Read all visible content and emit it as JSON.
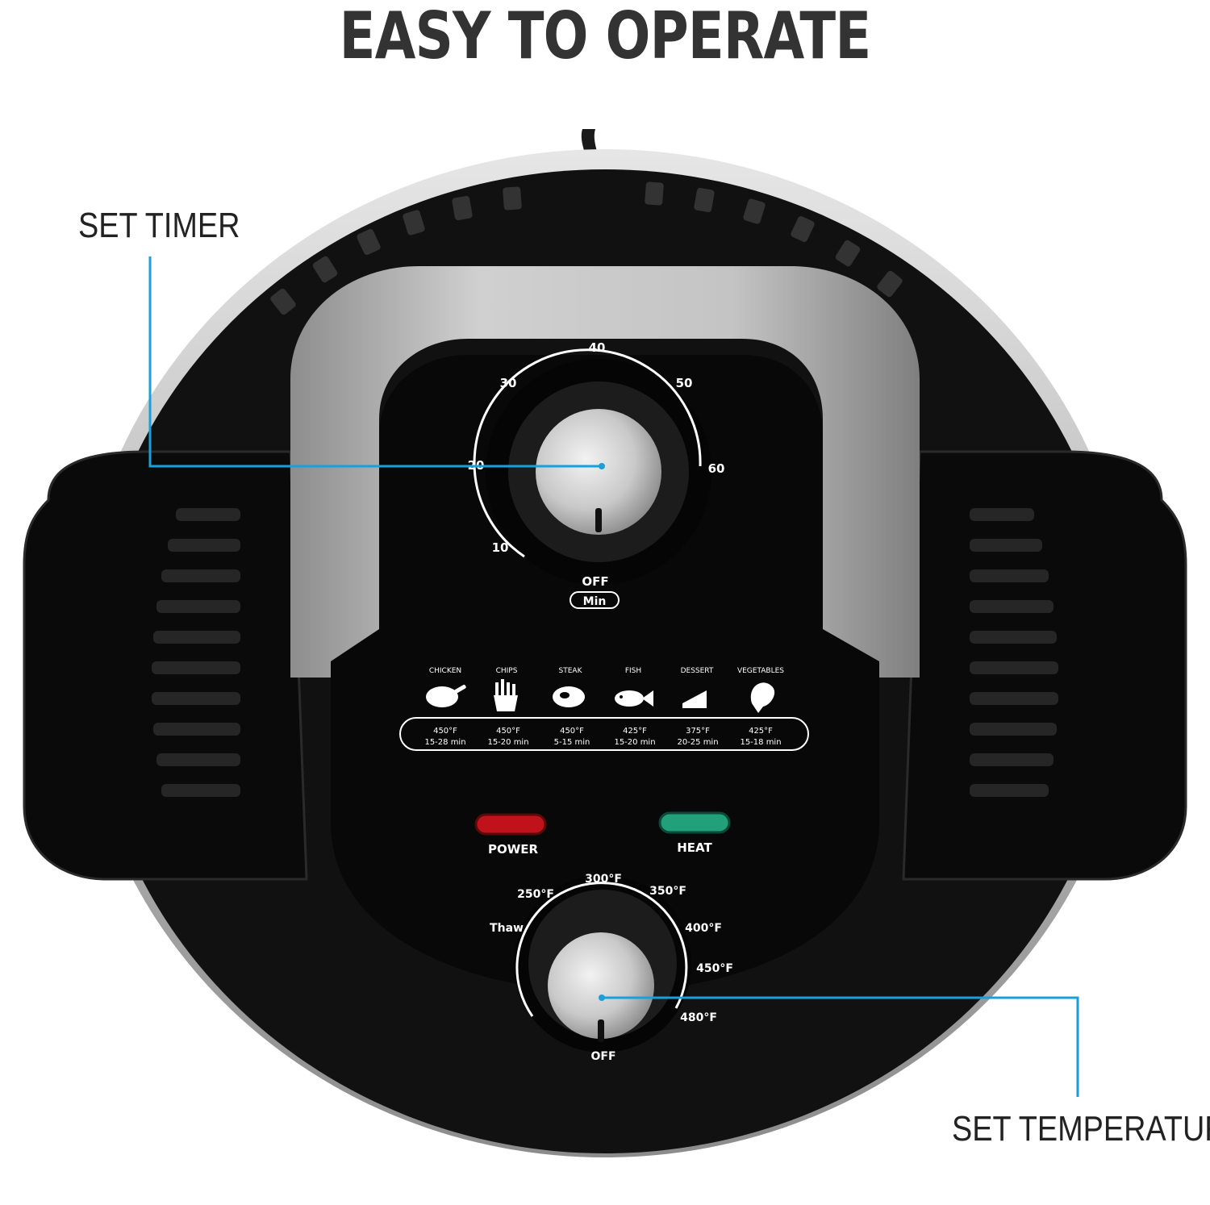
{
  "heading": "EASY TO OPERATE",
  "callouts": {
    "timer": "SET TIMER",
    "temperature": "SET TEMPERATURE"
  },
  "timer_dial": {
    "ticks": [
      "10",
      "20",
      "30",
      "40",
      "50",
      "60"
    ],
    "off": "OFF",
    "unit": "Min"
  },
  "presets": [
    {
      "name": "CHICKEN",
      "temp": "450°F",
      "time": "15-28 min"
    },
    {
      "name": "CHIPS",
      "temp": "450°F",
      "time": "15-20 min"
    },
    {
      "name": "STEAK",
      "temp": "450°F",
      "time": "5-15 min"
    },
    {
      "name": "FISH",
      "temp": "425°F",
      "time": "15-20 min"
    },
    {
      "name": "DESSERT",
      "temp": "375°F",
      "time": "20-25 min"
    },
    {
      "name": "VEGETABLES",
      "temp": "425°F",
      "time": "15-18 min"
    }
  ],
  "indicators": {
    "power": "POWER",
    "heat": "HEAT"
  },
  "temp_dial": {
    "labels": [
      "Thaw",
      "250°F",
      "300°F",
      "350°F",
      "400°F",
      "450°F",
      "480°F"
    ],
    "off": "OFF"
  },
  "colors": {
    "accent_line": "#1a9fd9",
    "body": "#0d0d0d",
    "silver": "#bdbdbd",
    "power_light": "#c0121a",
    "heat_light": "#22a07a"
  }
}
